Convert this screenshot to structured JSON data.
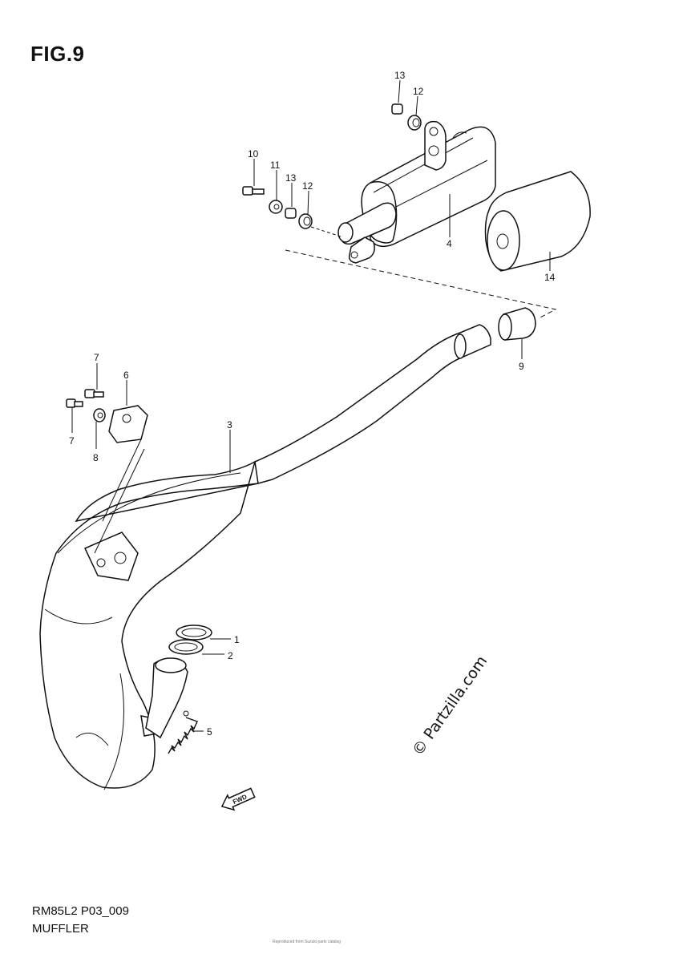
{
  "figure": {
    "title": "FIG.9",
    "code": "RM85L2 P03_009",
    "name": "MUFFLER"
  },
  "parts": [
    {
      "ref": "1"
    },
    {
      "ref": "2"
    },
    {
      "ref": "3"
    },
    {
      "ref": "4"
    },
    {
      "ref": "5"
    },
    {
      "ref": "6"
    },
    {
      "ref": "7"
    },
    {
      "ref": "7"
    },
    {
      "ref": "8"
    },
    {
      "ref": "9"
    },
    {
      "ref": "10"
    },
    {
      "ref": "11"
    },
    {
      "ref": "12"
    },
    {
      "ref": "12"
    },
    {
      "ref": "13"
    },
    {
      "ref": "13"
    },
    {
      "ref": "14"
    }
  ],
  "direction_label": "FWD",
  "watermark": "© Partzilla.com",
  "fine_print": "Reproduced from Suzuki parts catalog"
}
